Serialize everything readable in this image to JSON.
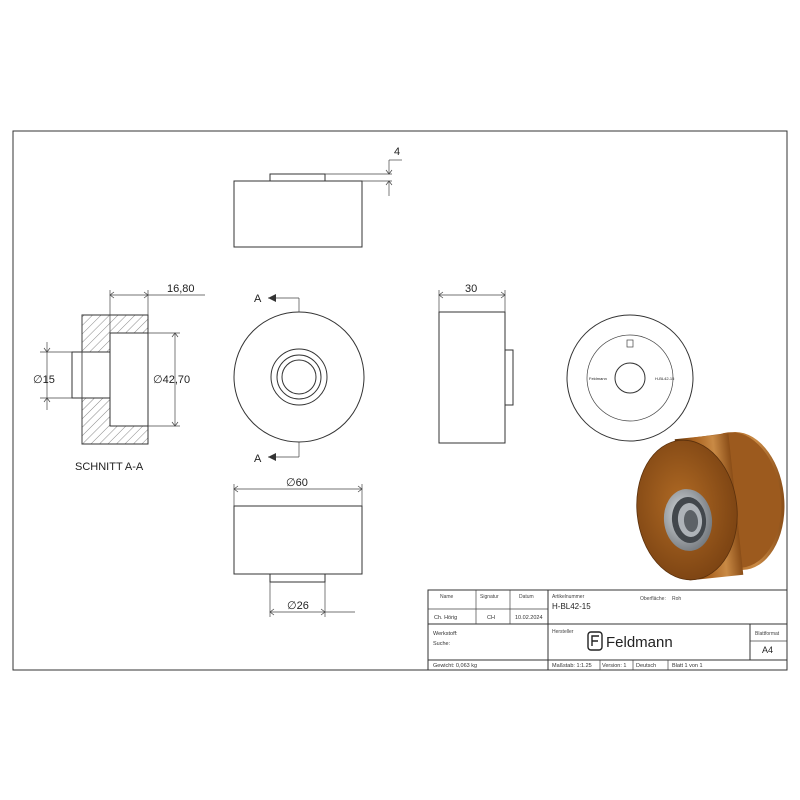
{
  "views": {
    "top_dim": "4",
    "section_width_dim": "16,80",
    "section_small_dia": "∅15",
    "section_large_dia": "∅42,70",
    "section_label": "SCHNITT A-A",
    "section_marker_top": "A",
    "section_marker_bottom": "A",
    "side_width_dim": "30",
    "outer_dia_dim": "∅60",
    "hub_dia_dim": "∅26",
    "back_label_left": "Feldmann",
    "back_label_right": "H-BL42-15"
  },
  "colors": {
    "wheel_outer": "#c47a30",
    "wheel_dark": "#6e3e10",
    "bearing": "#9aa0a6",
    "line": "#333333"
  },
  "title_block": {
    "h_name": "Name",
    "h_signature": "Signatur",
    "h_date": "Datum",
    "r_name": "Ch. Hörig",
    "r_signature": "CH",
    "r_date": "10.02.2024",
    "article_label": "Artikelnummer",
    "article_number": "H-BL42-15",
    "surface_label": "Oberfläche:",
    "surface_value": "Roh",
    "material_label": "Werkstoff:",
    "search_label": "Suche:",
    "manufacturer_label": "Hersteller",
    "logo_text": "Feldmann",
    "format_label": "Blattformat",
    "format_value": "A4",
    "weight": "Gewicht: 0,063 kg",
    "scale": "Maßstab: 1:1.25",
    "version": "Version: 1",
    "language": "Deutsch",
    "sheet": "Blatt 1 von 1"
  }
}
